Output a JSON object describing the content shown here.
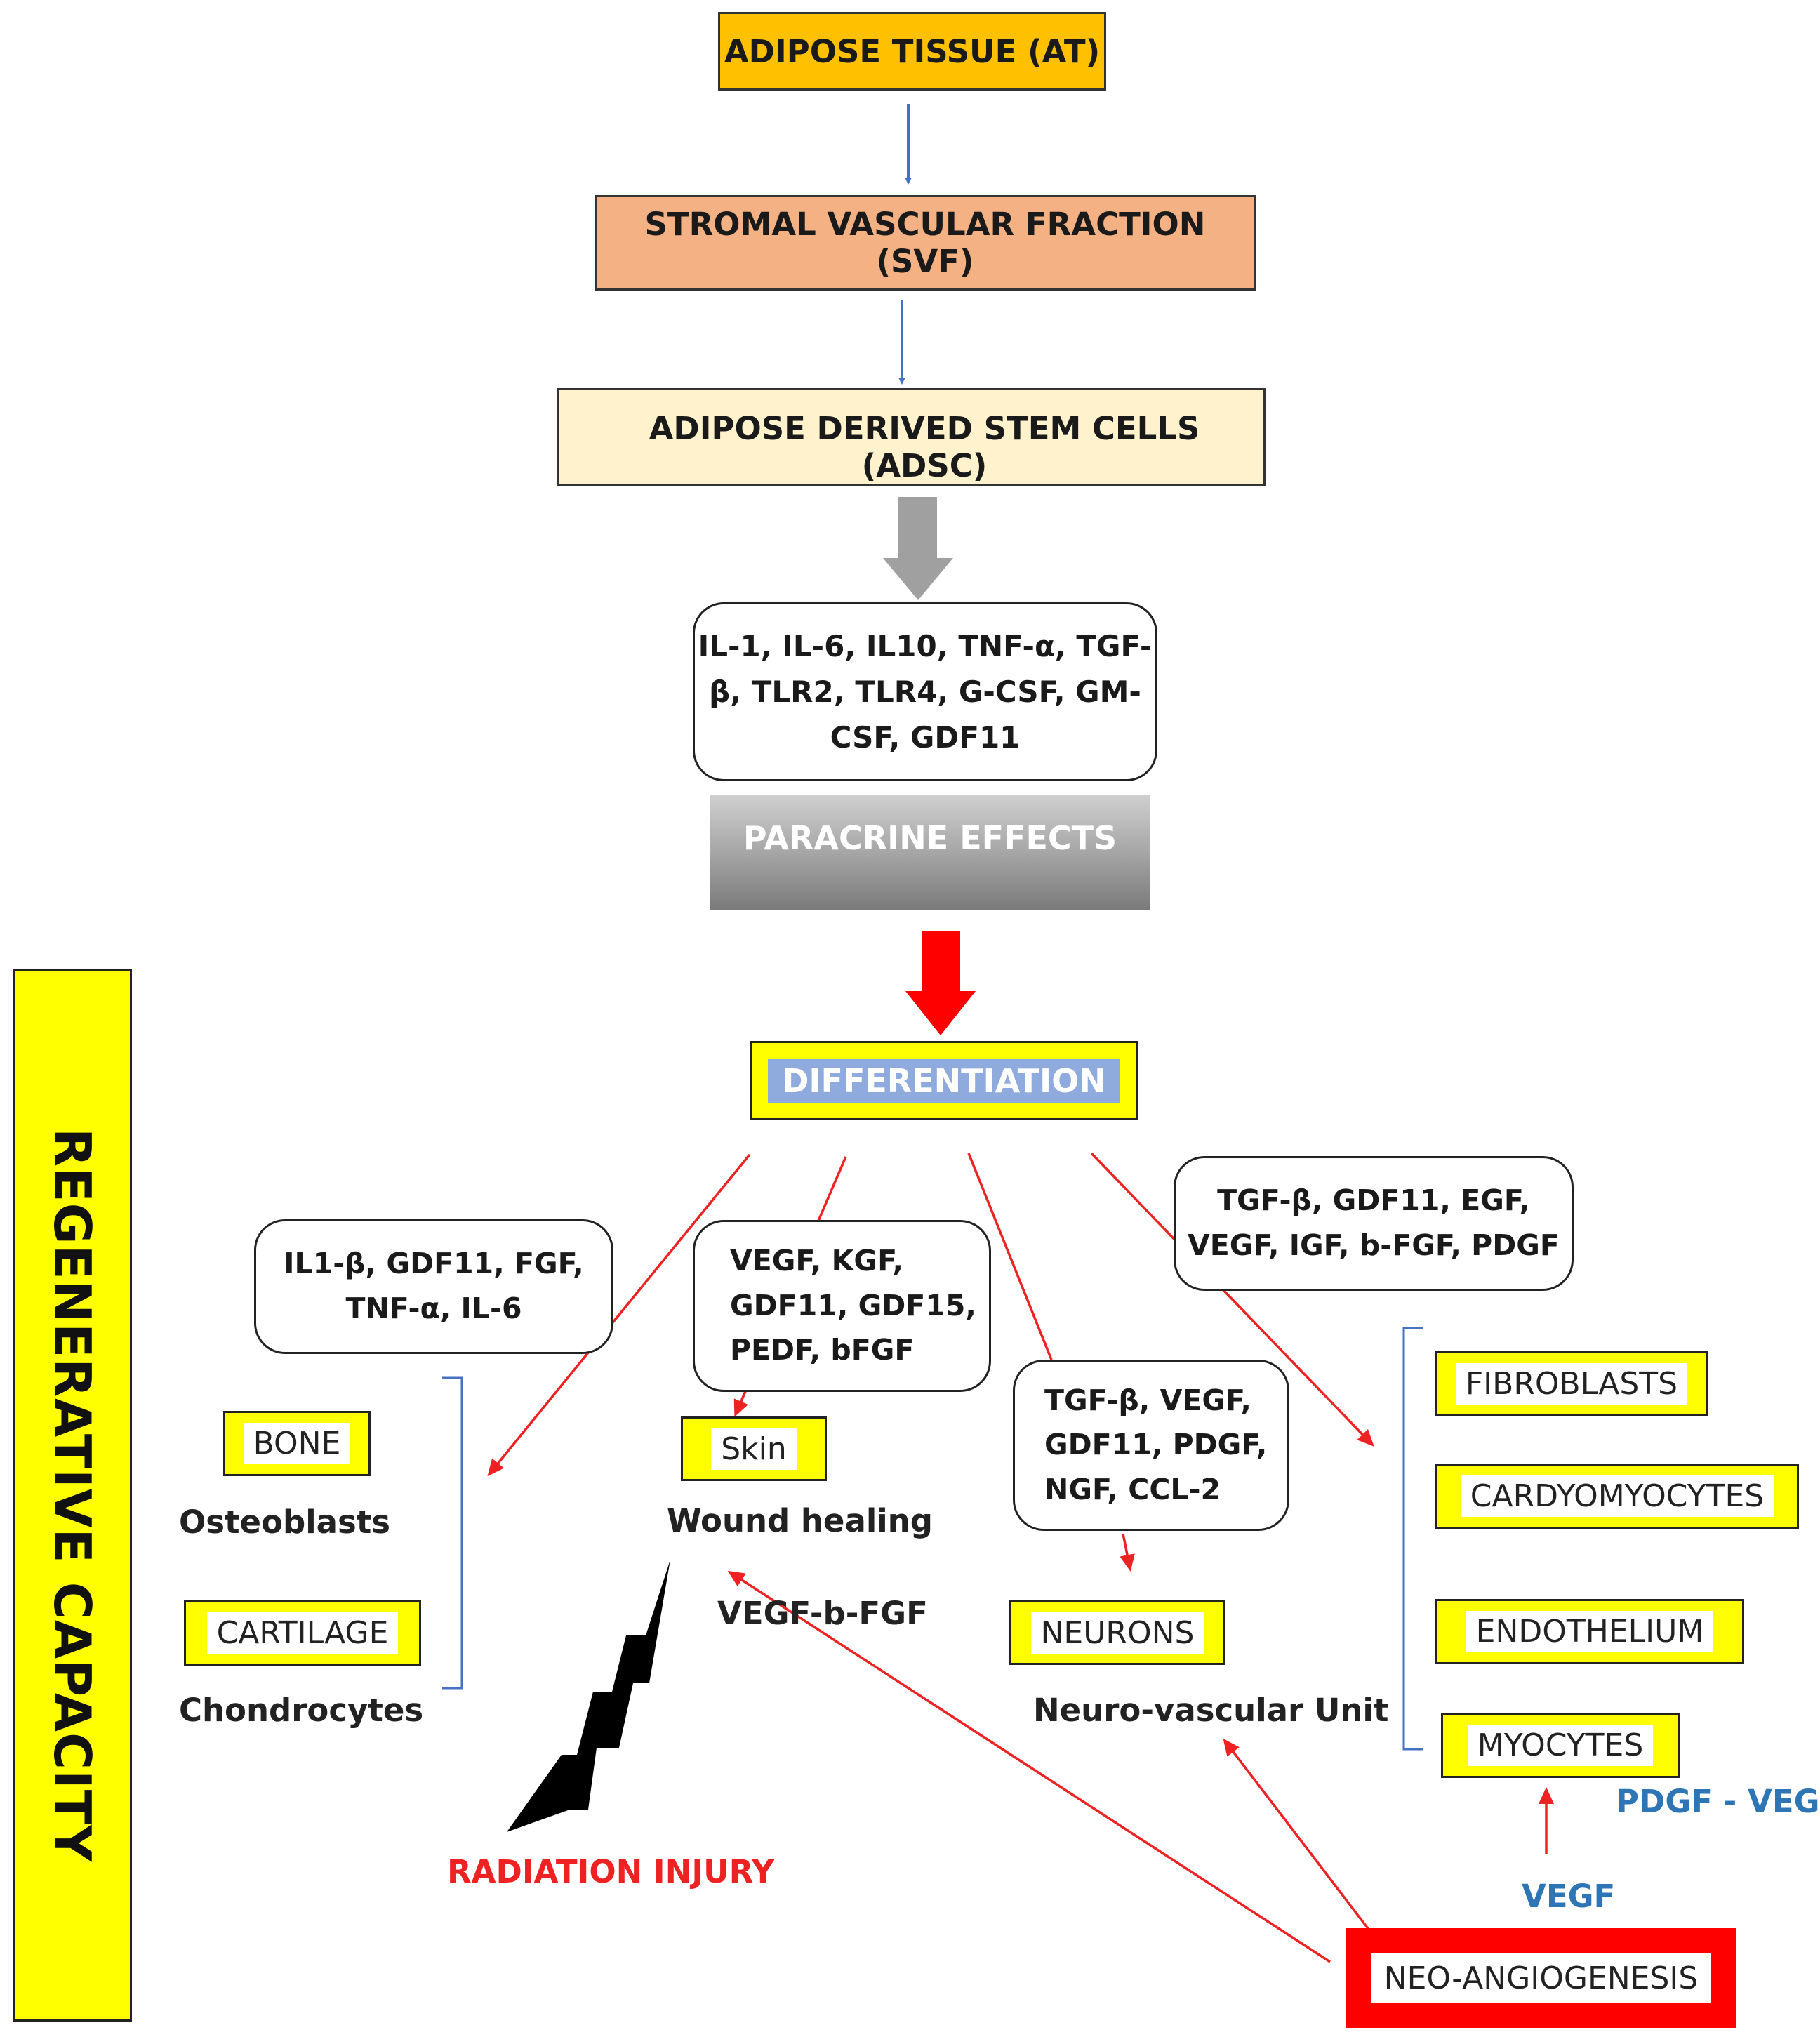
{
  "top_chain": {
    "at": "ADIPOSE TISSUE (AT)",
    "svf": "STROMAL VASCULAR FRACTION (SVF)",
    "adsc": "ADIPOSE DERIVED STEM CELLS (ADSC)"
  },
  "cytokines_main": [
    "IL-1, IL-6, IL10, TNF-α, TGF-",
    "β, TLR2, TLR4, G-CSF, GM-",
    "CSF, GDF11"
  ],
  "paracrine": "PARACRINE EFFECTS",
  "differentiation": "DIFFERENTIATION",
  "side_label": "REGENERATIVE CAPACITY",
  "factor_boxes": {
    "bone_cartilage": [
      "IL1-β, GDF11, FGF,",
      "TNF-α, IL-6"
    ],
    "skin": [
      "VEGF, KGF,",
      "GDF11, GDF15,",
      "PEDF, bFGF"
    ],
    "neuro": [
      "TGF-β, VEGF,",
      "GDF11, PDGF,",
      "NGF, CCL-2"
    ],
    "muscle": [
      "TGF-β, GDF11, EGF,",
      "VEGF, IGF, b-FGF, PDGF"
    ]
  },
  "targets": {
    "bone": "BONE",
    "osteoblasts": "Osteoblasts",
    "cartilage": "CARTILAGE",
    "chondrocytes": "Chondrocytes",
    "skin": "Skin",
    "wound_healing": "Wound healing",
    "vegf_bfgf": "VEGF-b-FGF",
    "neurons": "NEURONS",
    "neuro_vascular": "Neuro-vascular Unit",
    "fibroblasts": "FIBROBLASTS",
    "cardyomyocytes": "CARDYOMYOCYTES",
    "endothelium": "ENDOTHELIUM",
    "myocytes": "MYOCYTES"
  },
  "radiation_injury": "RADIATION INJURY",
  "neo_angiogenesis": "NEO-ANGIOGENESIS",
  "pdgf_vegf": "PDGF - VEGF",
  "vegf": "VEGF",
  "colors": {
    "at_fill": "#ffc000",
    "svf_fill": "#f4b183",
    "adsc_fill": "#fff2cc",
    "highlight_yellow": "#ffff00",
    "arrow_red": "#ee2222",
    "arrow_blue": "#4472c4",
    "diff_fill": "#8faadc",
    "label_blue": "#2e75b6"
  }
}
